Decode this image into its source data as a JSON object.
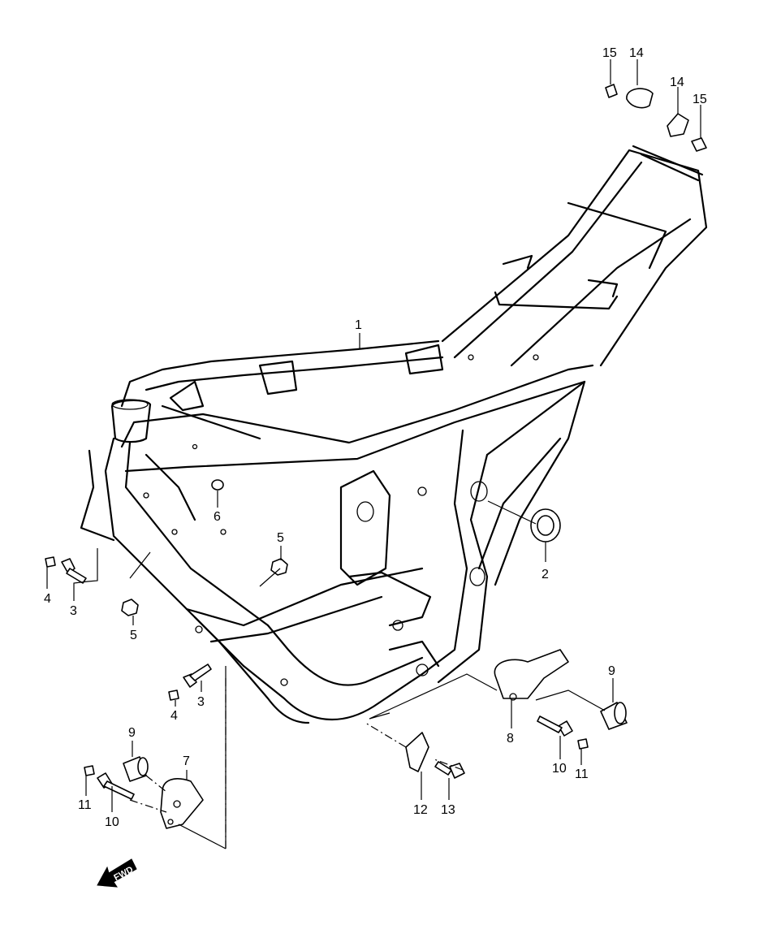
{
  "diagram": {
    "callouts": [
      {
        "id": "c1",
        "text": "1"
      },
      {
        "id": "c2",
        "text": "2"
      },
      {
        "id": "c3a",
        "text": "3"
      },
      {
        "id": "c3b",
        "text": "3"
      },
      {
        "id": "c4a",
        "text": "4"
      },
      {
        "id": "c4b",
        "text": "4"
      },
      {
        "id": "c5a",
        "text": "5"
      },
      {
        "id": "c5b",
        "text": "5"
      },
      {
        "id": "c6",
        "text": "6"
      },
      {
        "id": "c7",
        "text": "7"
      },
      {
        "id": "c8",
        "text": "8"
      },
      {
        "id": "c9a",
        "text": "9"
      },
      {
        "id": "c9b",
        "text": "9"
      },
      {
        "id": "c10a",
        "text": "10"
      },
      {
        "id": "c10b",
        "text": "10"
      },
      {
        "id": "c11a",
        "text": "11"
      },
      {
        "id": "c11b",
        "text": "11"
      },
      {
        "id": "c12",
        "text": "12"
      },
      {
        "id": "c13",
        "text": "13"
      },
      {
        "id": "c14a",
        "text": "14"
      },
      {
        "id": "c14b",
        "text": "14"
      },
      {
        "id": "c15a",
        "text": "15"
      },
      {
        "id": "c15b",
        "text": "15"
      }
    ],
    "fwd_label": "FWD"
  }
}
